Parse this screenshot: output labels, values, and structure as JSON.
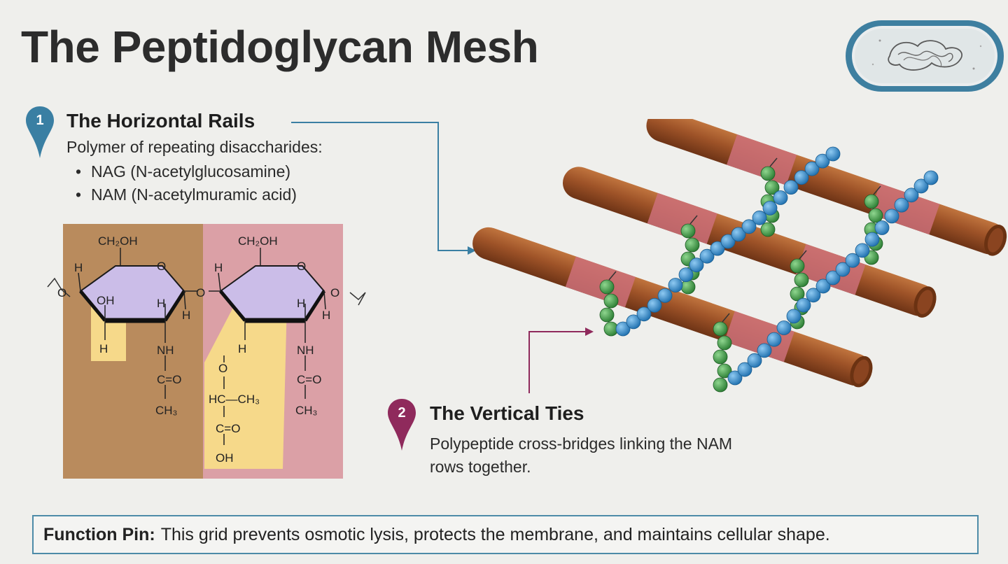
{
  "title": "The Peptidoglycan Mesh",
  "rails": {
    "number": "1",
    "heading": "The Horizontal Rails",
    "description": "Polymer of repeating disaccharides:",
    "items": [
      "NAG (N-acetylglucosamine)",
      "NAM (N-acetylmuramic acid)"
    ]
  },
  "ties": {
    "number": "2",
    "heading": "The Vertical Ties",
    "description": "Polypeptide cross-bridges linking the NAM rows together."
  },
  "structure": {
    "ch2oh": "CH₂OH",
    "ring_o": "O",
    "h": "H",
    "oh": "OH",
    "nh": "NH",
    "c_eq_o": "C=O",
    "ch3": "CH₃",
    "o": "O",
    "hc_ch3": "HC—CH₃",
    "bond_o": "O"
  },
  "footer": {
    "label": "Function Pin:",
    "text": "This grid prevents osmotic lysis, protects the membrane, and maintains cellular shape."
  },
  "colors": {
    "blue_accent": "#3a7fa3",
    "magenta_accent": "#8f2a5c",
    "nag_panel": "#b98b5d",
    "nam_panel": "#dba0a6",
    "highlight": "#f6d98a",
    "ring_fill": "#cbbde8",
    "rod": "#9e5328",
    "rod_band": "#cc7079",
    "bead_green": "#3d9a44",
    "bead_blue": "#2d8ed1"
  }
}
